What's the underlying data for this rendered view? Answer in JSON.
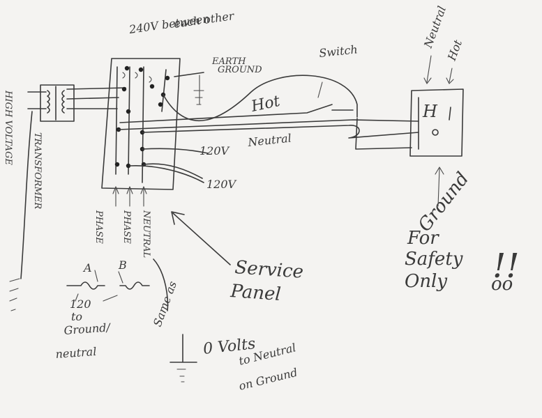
{
  "labels": {
    "voltage_between": "240V between",
    "each_other": "each other",
    "earth": "EARTH",
    "ground_top": "GROUND",
    "switch": "Switch",
    "neutral_top": "Neutral",
    "hot_top": "Hot",
    "hot_wire": "Hot",
    "neutral_wire": "Neutral",
    "v120_a": "120V",
    "v120_b": "120V",
    "high_voltage": "HIGH VOLTAGE",
    "transformer": "TRANSFORMER",
    "phase_a_label": "PHASE",
    "phase_b_label": "PHASE",
    "neutral_vertical": "NEUTRAL",
    "a": "A",
    "b": "B",
    "v120": "120",
    "to": "to",
    "ground_neutral_1": "Ground/",
    "ground_neutral_2": "neutral",
    "same_as": "Same as",
    "zero_volts": "0 Volts",
    "to_neutral": "to Neutral",
    "on_ground": "on Ground",
    "service": "Service",
    "panel": "Panel",
    "ground_right": "Ground",
    "for": "For",
    "safety": "Safety",
    "only": "Only",
    "outlet_h": "H",
    "exclaim": "!!",
    "oo": "oo"
  }
}
